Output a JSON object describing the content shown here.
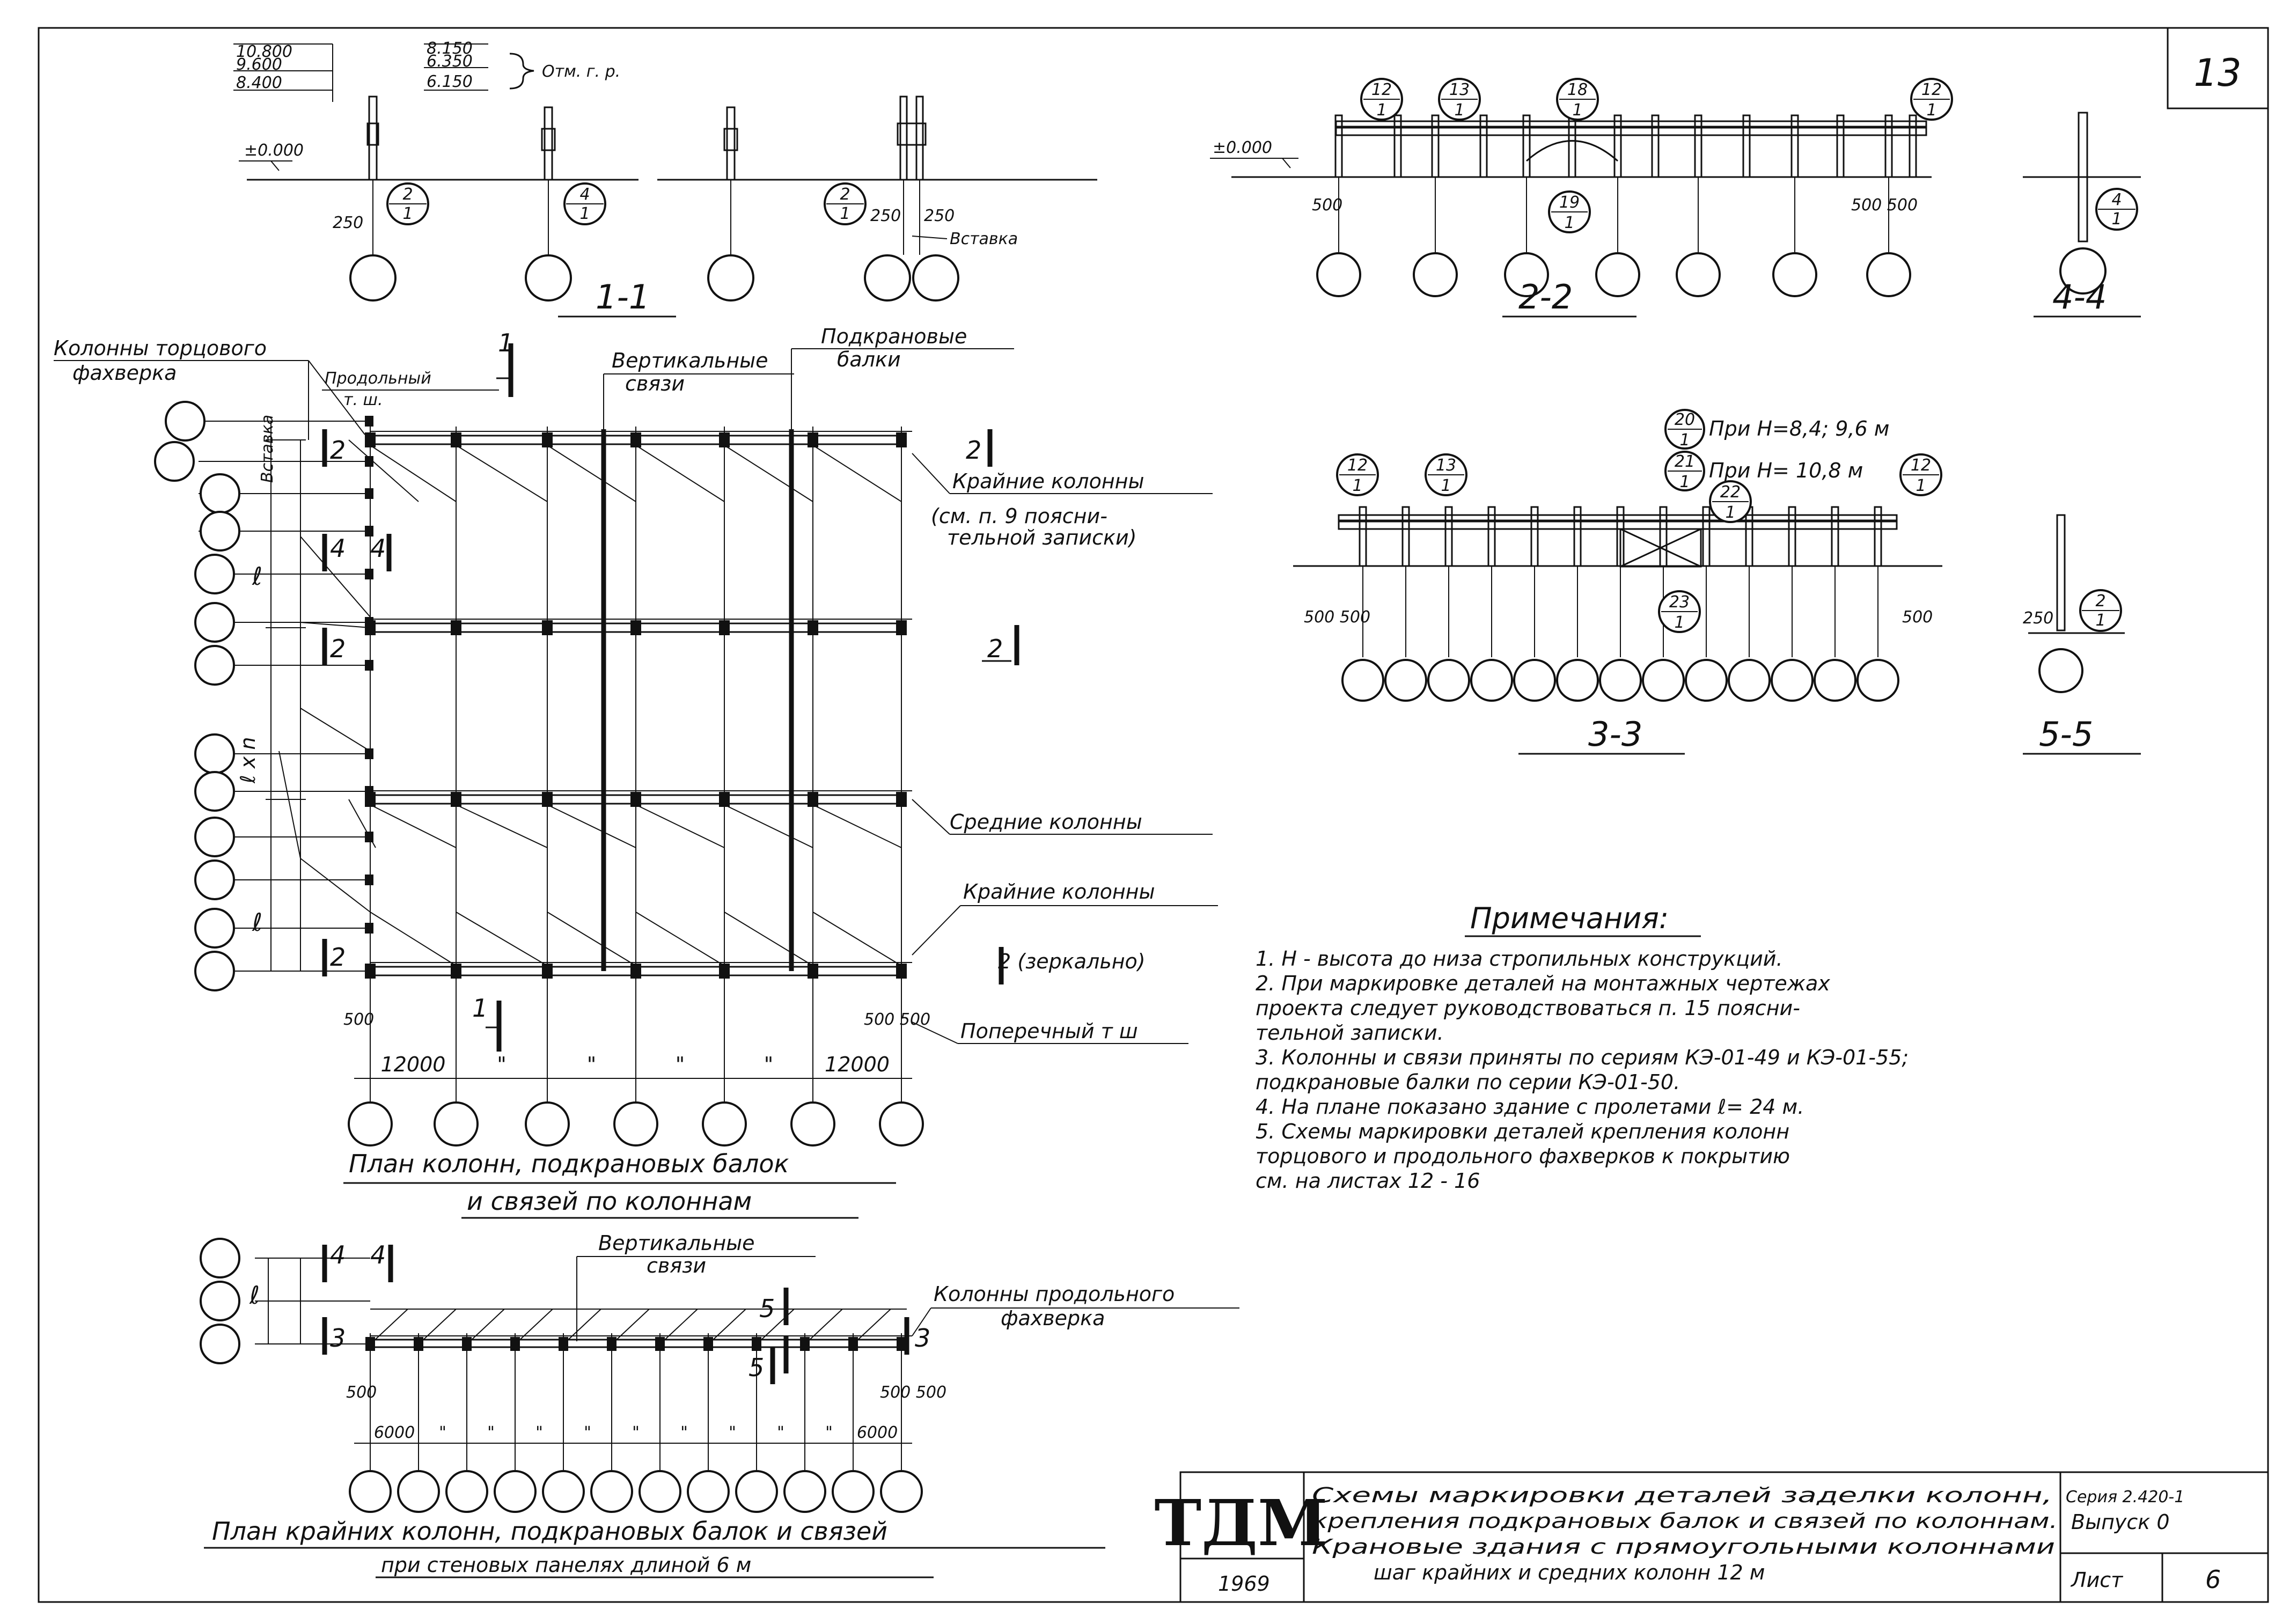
{
  "sheet_corner_number": "13",
  "sec11": {
    "elev_left": [
      "10.800",
      "9.600",
      "8.400"
    ],
    "elev_right": [
      "8.150",
      "6.350",
      "6.150"
    ],
    "elev_note": "Отм. г. р.",
    "zero": "±0.000",
    "dim_250_a": "250",
    "dim_250_b": "250",
    "dim_250_c": "250",
    "insert": "Вставка",
    "bubbles": [
      {
        "top": "2",
        "bottom": "1"
      },
      {
        "top": "4",
        "bottom": "1"
      },
      {
        "top": "2",
        "bottom": "1"
      }
    ],
    "title": "1-1"
  },
  "sec22": {
    "zero": "±0.000",
    "dim_left": "500",
    "dim_right": "500 500",
    "bubbles": [
      {
        "top": "12",
        "bottom": "1"
      },
      {
        "top": "13",
        "bottom": "1"
      },
      {
        "top": "18",
        "bottom": "1"
      },
      {
        "top": "12",
        "bottom": "1"
      },
      {
        "top": "19",
        "bottom": "1"
      }
    ],
    "title": "2-2"
  },
  "sec44": {
    "bubble": {
      "top": "4",
      "bottom": "1"
    },
    "title": "4-4"
  },
  "sec33": {
    "notes": [
      {
        "top": "20",
        "bottom": "1",
        "text": "При H=8,4; 9,6 м"
      },
      {
        "top": "21",
        "bottom": "1",
        "text": "При H= 10,8 м"
      }
    ],
    "bubbles": [
      {
        "top": "12",
        "bottom": "1"
      },
      {
        "top": "13",
        "bottom": "1"
      },
      {
        "top": "22",
        "bottom": "1"
      },
      {
        "top": "12",
        "bottom": "1"
      },
      {
        "top": "23",
        "bottom": "1"
      }
    ],
    "dim_left": "500 500",
    "dim_right": "500",
    "title": "3-3"
  },
  "sec55": {
    "dim": "250",
    "bubble": {
      "top": "2",
      "bottom": "1"
    },
    "title": "5-5"
  },
  "plan1": {
    "callouts": {
      "end_columns": [
        "Колонны торцового",
        "фахверка"
      ],
      "long_joint": [
        "Продольный",
        "т. ш."
      ],
      "vertical_ties": [
        "Вертикальные",
        "связи"
      ],
      "crane_beams": [
        "Подкрановые",
        "балки"
      ],
      "outer_cols": [
        "Крайние колонны",
        "(см. п. 9 поясни-",
        "тельной записки)"
      ],
      "middle_cols": "Средние колонны",
      "outer_cols2": "Крайние колонны",
      "mirror": "2 (зеркально)",
      "cross_joint": "Поперечный т ш",
      "insert_vert": "Вставка"
    },
    "cut_marks": {
      "c1": "1",
      "c2": "2",
      "c4": "4",
      "c1b": "1"
    },
    "left_dims": [
      "ℓ",
      "ℓ x n",
      "ℓ"
    ],
    "dim_500_left": "500",
    "dim_500_right": "500 500",
    "bottom_dims": [
      "12000",
      "\"",
      "\"",
      "\"",
      "\"",
      "12000"
    ],
    "title_line1": "План колонн, подкрановых балок",
    "title_line2": "и связей по колоннам"
  },
  "plan2": {
    "callouts": {
      "vertical_ties": [
        "Вертикальные",
        "связи"
      ],
      "long_cols": [
        "Колонны продольного",
        "фахверка"
      ]
    },
    "cut_marks": {
      "c4": "4",
      "c3": "3",
      "c5": "5"
    },
    "left_dim": "ℓ",
    "dim_500_left": "500",
    "dim_500_right": "500 500",
    "bottom_dims": [
      "6000",
      "\"",
      "\"",
      "\"",
      "\"",
      "\"",
      "\"",
      "\"",
      "\"",
      "\"",
      "6000"
    ],
    "title_line1": "План крайних колонн, подкрановых балок и связей",
    "title_line2": "при стеновых панелях длиной 6 м"
  },
  "notes": {
    "heading": "Примечания:",
    "lines": [
      "1. H - высота до низа стропильных конструкций.",
      "2. При маркировке деталей на монтажных чертежах",
      "    проекта следует руководствоваться п. 15 поясни-",
      "    тельной записки.",
      "3. Колонны и связи приняты по сериям КЭ-01-49 и КЭ-01-55;",
      "    подкрановые балки по серии КЭ-01-50.",
      "4. На плане показано здание с пролетами ℓ= 24 м.",
      "5. Схемы маркировки деталей крепления колонн",
      "    торцового и продольного фахверков к покрытию",
      "    см. на листах 12 - 16"
    ]
  },
  "title_block": {
    "logo": "ТДМ",
    "year": "1969",
    "desc": [
      "Схемы маркировки деталей заделки колонн,",
      "крепления подкрановых балок и связей по колоннам.",
      "Крановые здания с прямоугольными колоннами",
      "шаг крайних и средних колонн 12 м"
    ],
    "series": "Серия 2.420-1",
    "issue": "Выпуск 0",
    "sheet_label": "Лист",
    "sheet_num": "6"
  }
}
